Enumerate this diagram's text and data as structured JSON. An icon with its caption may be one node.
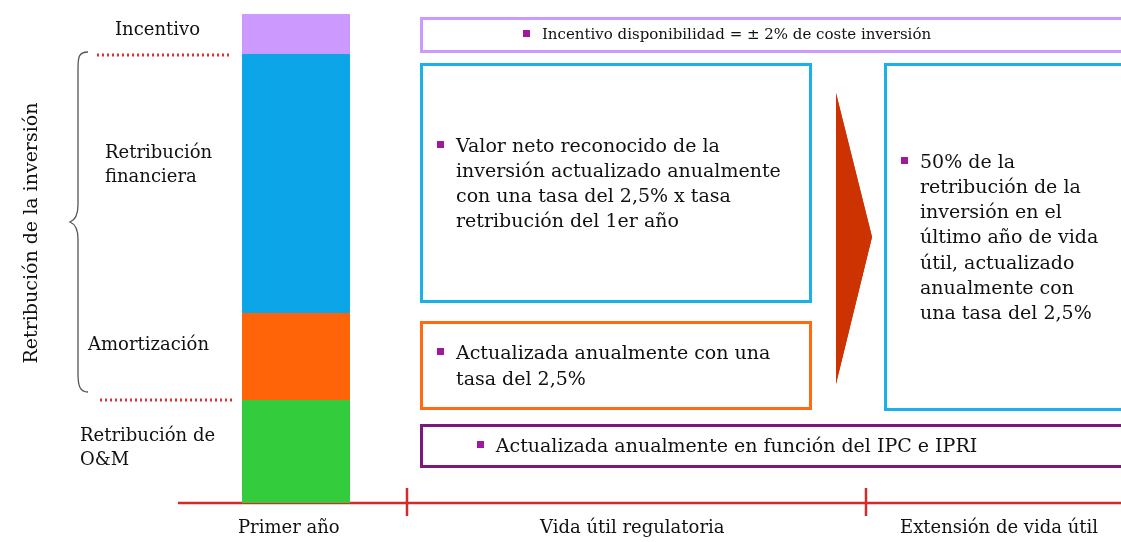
{
  "diagram": {
    "nodes": [
      {
        "text": [],
        "shape": "bar",
        "beside": [
          "Incentivo"
        ]
      },
      {
        "text": [],
        "shape": "bar",
        "beside": [
          "Retribución financiera"
        ]
      },
      {
        "text": [],
        "shape": "bar",
        "beside": [
          "Amortización"
        ]
      },
      {
        "text": [],
        "shape": "bar",
        "beside": [
          "Retribución de O&M"
        ]
      },
      {
        "text": [
          "Incentivo disponibilidad = ± 2% de coste inversión"
        ]
      },
      {
        "text": [
          "Valor neto reconocido de la inversión actualizado anualmente con una tasa del 2,5% x tasa retribución del 1er año"
        ]
      },
      {
        "text": [
          "Actualizada anualmente con una tasa del 2,5%"
        ]
      },
      {
        "text": [
          "50% de la retribución de la inversión en el último año de vida útil, actualizado anualmente con una tasa del 2,5%"
        ]
      },
      {
        "text": [
          "Actualizada anualmente en función del IPC e IPRI"
        ]
      }
    ],
    "edges": [
      {
        "from": 5,
        "to": 7,
        "arrow": "to",
        "color": "#cc3300"
      },
      {
        "from": 6,
        "to": 7,
        "arrow": "to",
        "color": "#cc3300"
      }
    ],
    "labels": [
      "Retribución de la inversión",
      "Primer año",
      "Vida útil regulatoria",
      "Extensión de vida útil"
    ]
  }
}
